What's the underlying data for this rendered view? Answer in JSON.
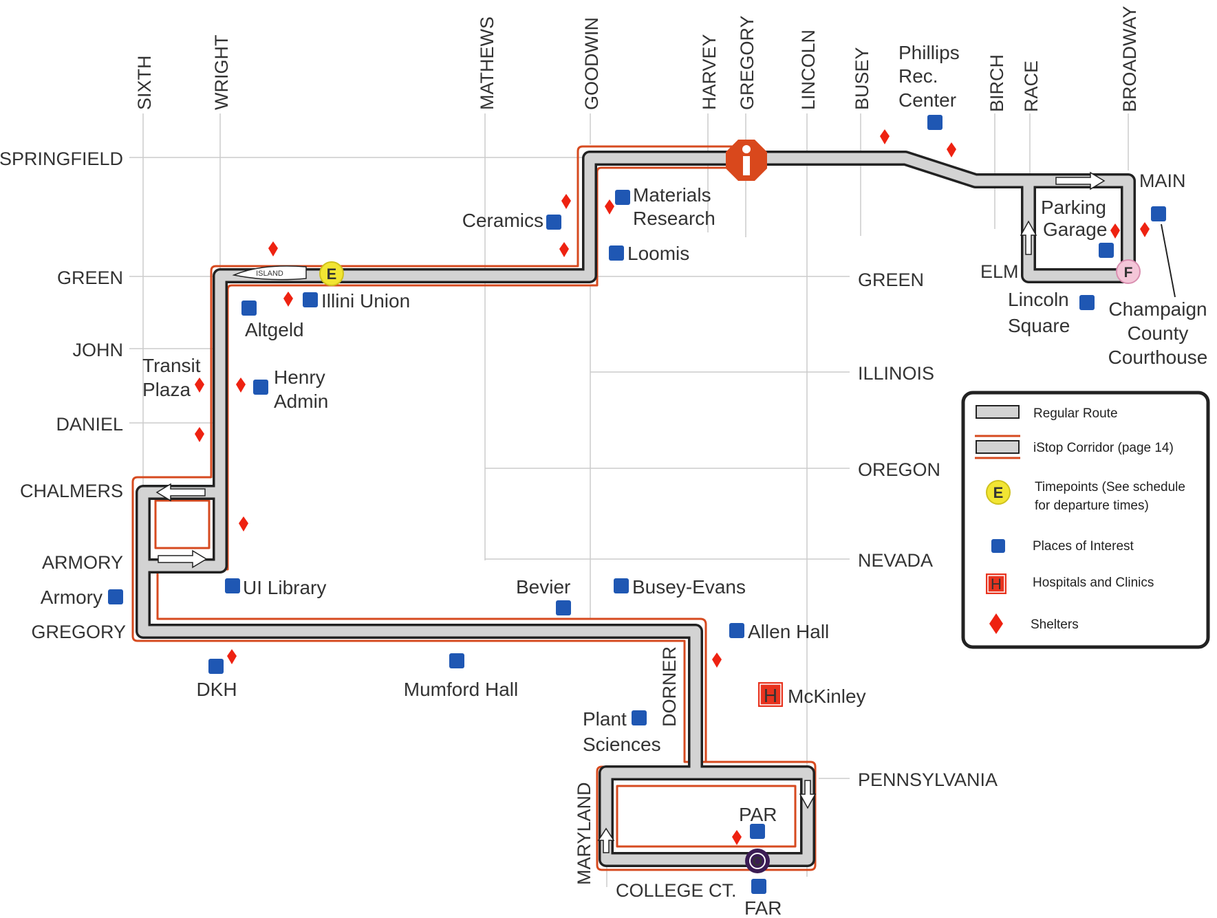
{
  "streets": {
    "sixth": "SIXTH",
    "wright": "WRIGHT",
    "mathews": "MATHEWS",
    "goodwin": "GOODWIN",
    "harvey": "HARVEY",
    "gregory_v": "GREGORY",
    "lincoln": "LINCOLN",
    "busey": "BUSEY",
    "birch": "BIRCH",
    "race": "RACE",
    "broadway": "BROADWAY",
    "springfield": "SPRINGFIELD",
    "green_w": "GREEN",
    "green_e": "GREEN",
    "john": "JOHN",
    "daniel": "DANIEL",
    "chalmers": "CHALMERS",
    "armory": "ARMORY",
    "gregory_h": "GREGORY",
    "illinois": "ILLINOIS",
    "oregon": "OREGON",
    "nevada": "NEVADA",
    "main": "MAIN",
    "elm": "ELM",
    "pennsylvania": "PENNSYLVANIA",
    "dorner": "DORNER",
    "maryland": "MARYLAND",
    "college_ct": "COLLEGE CT."
  },
  "places": {
    "phillips": [
      "Phillips",
      "Rec.",
      "Center"
    ],
    "ceramics": "Ceramics",
    "materials": [
      "Materials",
      "Research"
    ],
    "loomis": "Loomis",
    "illini_union": "Illini Union",
    "altgeld": "Altgeld",
    "transit_plaza": [
      "Transit",
      "Plaza"
    ],
    "henry_admin": [
      "Henry",
      "Admin"
    ],
    "parking_garage": [
      "Parking",
      "Garage"
    ],
    "lincoln_square": [
      "Lincoln",
      "Square"
    ],
    "courthouse": [
      "Champaign",
      "County",
      "Courthouse"
    ],
    "armory_place": "Armory",
    "ui_library": "UI Library",
    "bevier": "Bevier",
    "busey_evans": "Busey-Evans",
    "allen_hall": "Allen Hall",
    "mckinley": "McKinley",
    "dkh": "DKH",
    "mumford": "Mumford Hall",
    "plant_sciences": [
      "Plant",
      "Sciences"
    ],
    "par": "PAR",
    "far": "FAR"
  },
  "markers": {
    "island": "ISLAND",
    "timepoint_e": "E",
    "timepoint_f": "F",
    "timepoint_o": "O",
    "hospital": "H"
  },
  "legend": {
    "regular_route": "Regular Route",
    "istop_corridor": "iStop Corridor (page 14)",
    "timepoints": [
      "Timepoints (See schedule",
      "for departure times)"
    ],
    "timepoint_symbol": "E",
    "places_of_interest": "Places of  Interest",
    "hospitals": "Hospitals and Clinics",
    "hospital_symbol": "H",
    "shelters": "Shelters"
  },
  "colors": {
    "route_fill": "#d3d3d3",
    "route_outline": "#222222",
    "corridor": "#d64a1f",
    "place": "#1f57b3",
    "shelter": "#ee2211",
    "timepoint_yellow": "#f2e533",
    "timepoint_pink": "#f4c6d8",
    "timepoint_purple": "#3b1c54",
    "info": "#d9481c",
    "street": "#cccccc"
  }
}
